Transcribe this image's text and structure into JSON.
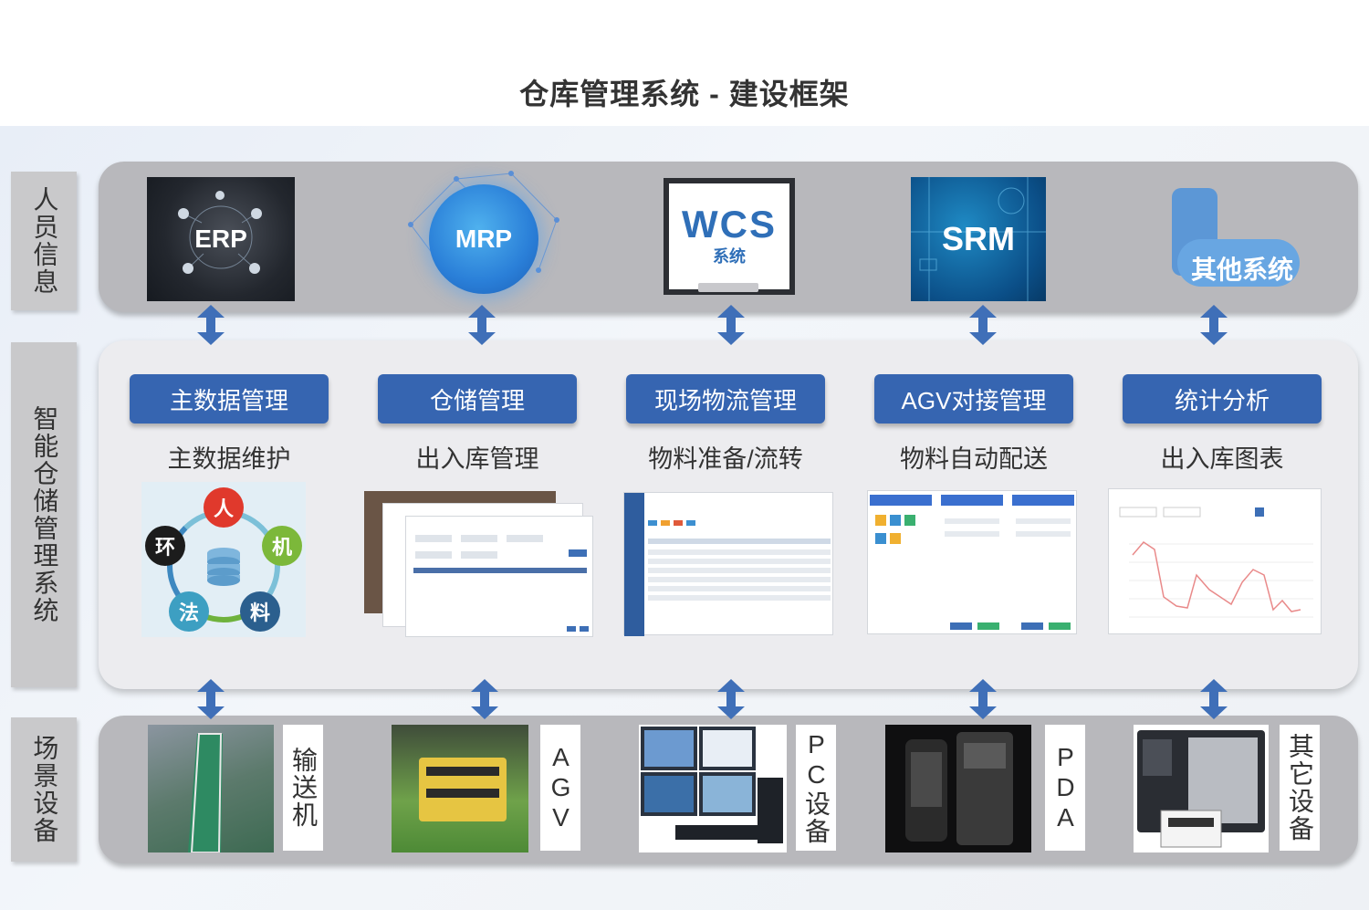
{
  "title": "仓库管理系统 - 建设框架",
  "side_labels": {
    "personnel": "人员信息",
    "system": "智能仓储管理系统",
    "equipment": "场景设备"
  },
  "systems": [
    {
      "name": "ERP"
    },
    {
      "name": "MRP"
    },
    {
      "name": "WCS",
      "sub": "系统"
    },
    {
      "name": "SRM"
    },
    {
      "name": "其他系统"
    }
  ],
  "modules": [
    {
      "title": "主数据管理",
      "caption": "主数据维护"
    },
    {
      "title": "仓储管理",
      "caption": "出入库管理"
    },
    {
      "title": "现场物流管理",
      "caption": "物料准备/流转"
    },
    {
      "title": "AGV对接管理",
      "caption": "物料自动配送"
    },
    {
      "title": "统计分析",
      "caption": "出入库图表"
    }
  ],
  "five_m": {
    "person": "人",
    "machine": "机",
    "material": "料",
    "method": "法",
    "environment": "环"
  },
  "equipment": [
    {
      "label": "输送机"
    },
    {
      "label": "AGV"
    },
    {
      "label": "PC设备"
    },
    {
      "label": "PDA"
    },
    {
      "label": "其它设备"
    }
  ],
  "colors": {
    "module_blue": "#3665b1",
    "arrow_blue": "#3f6fb8",
    "band_gray": "#b8b8bc"
  }
}
